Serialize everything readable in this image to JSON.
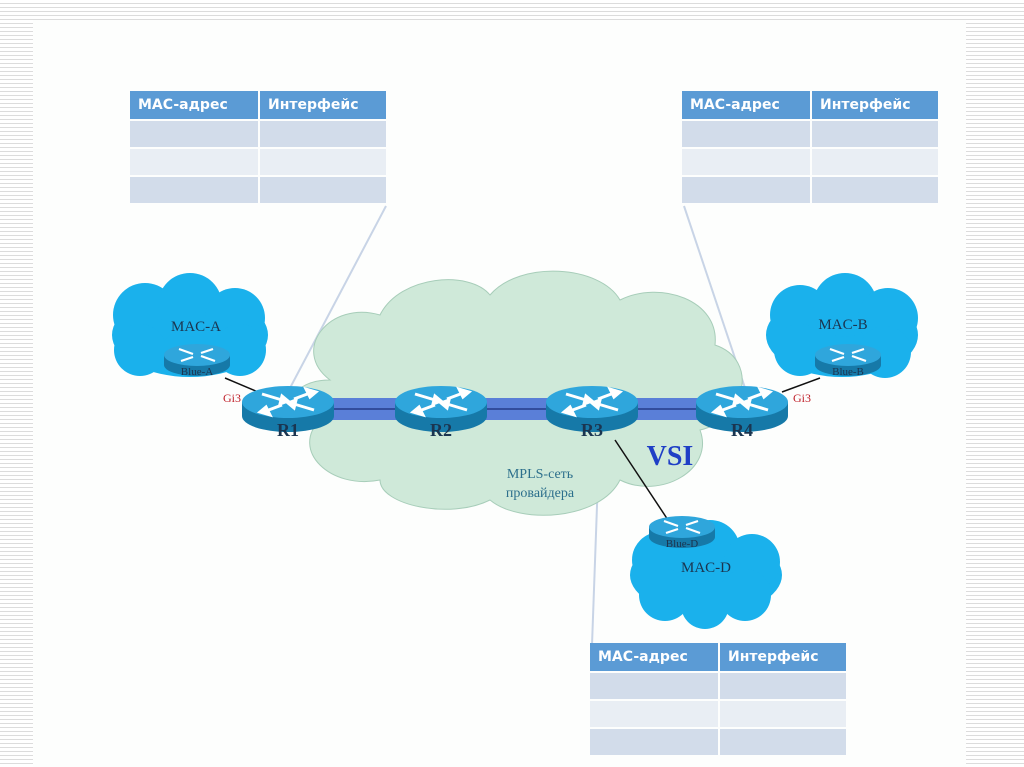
{
  "colors": {
    "table_header": "#5b9bd5",
    "table_row_dark": "#d2dcea",
    "table_row_light": "#e9eef4",
    "customer_cloud": "#1ab1ec",
    "provider_cloud": "#cfe9d9",
    "router_top": "#2fa6dc",
    "vsi_band": "#5a7fd8",
    "vsi_label": "#1f3fc6",
    "interface_label": "#c0202a"
  },
  "tables": [
    {
      "id": "r1",
      "headers": [
        "MAC-адрес",
        "Интерфейс"
      ],
      "rows": [
        [
          "",
          ""
        ],
        [
          "",
          ""
        ],
        [
          "",
          ""
        ]
      ]
    },
    {
      "id": "r4",
      "headers": [
        "MAC-адрес",
        "Интерфейс"
      ],
      "rows": [
        [
          "",
          ""
        ],
        [
          "",
          ""
        ],
        [
          "",
          ""
        ]
      ]
    },
    {
      "id": "r3",
      "headers": [
        "MAC-адрес",
        "Интерфейс"
      ],
      "rows": [
        [
          "",
          ""
        ],
        [
          "",
          ""
        ],
        [
          "",
          ""
        ]
      ]
    }
  ],
  "provider_network": {
    "label_line1": "MPLS-сеть",
    "label_line2": "провайдера",
    "vsi_label": "VSI"
  },
  "routers": {
    "r1": "R1",
    "r2": "R2",
    "r3": "R3",
    "r4": "R4",
    "blue_a": "Blue-A",
    "blue_b": "Blue-B",
    "blue_d": "Blue-D"
  },
  "customer_sites": {
    "a": "MAC-A",
    "b": "MAC-B",
    "d": "MAC-D"
  },
  "interfaces": {
    "r1_gi": "Gi3",
    "r4_gi": "Gi3"
  }
}
